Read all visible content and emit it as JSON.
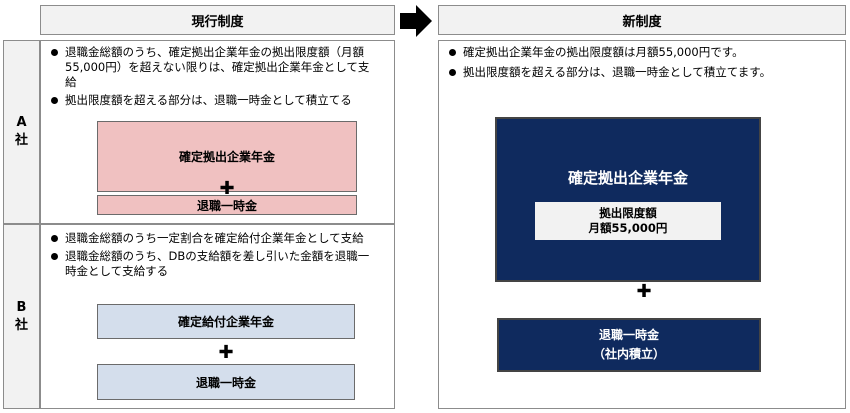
{
  "current": {
    "header": "現行制度",
    "company_a": {
      "label_line1": "A",
      "label_line2": "社",
      "bullets": [
        "退職金総額のうち、確定拠出企業年金の拠出限度額（月額55,000円）を超えない限りは、確定拠出企業年金として支給",
        "拠出限度額を超える部分は、退職一時金として積立てる"
      ],
      "box_main": "確定拠出企業年金",
      "box_lump": "退職一時金"
    },
    "company_b": {
      "label_line1": "B",
      "label_line2": "社",
      "bullets": [
        "退職金総額のうち一定割合を確定給付企業年金として支給",
        "退職金総額のうち、DBの支給額を差し引いた金額を退職一時金として支給する"
      ],
      "box_main": "確定給付企業年金",
      "box_lump": "退職一時金"
    }
  },
  "arrow": {
    "icon": "right-arrow-icon",
    "color": "#000000"
  },
  "new": {
    "header": "新制度",
    "bullets": [
      "確定拠出企業年金の拠出限度額は月額55,000円です。",
      "拠出限度額を超える部分は、退職一時金として積立てます。"
    ],
    "box_main": "確定拠出企業年金",
    "inner_line1": "拠出限度額",
    "inner_line2": "月額55,000円",
    "box_lump_line1": "退職一時金",
    "box_lump_line2": "（社内積立）"
  },
  "plus_symbol": "✚",
  "colors": {
    "pink": "#f0c1c1",
    "light_blue": "#d4deec",
    "navy": "#0f2a5e",
    "header_bg": "#f2f2f2"
  }
}
